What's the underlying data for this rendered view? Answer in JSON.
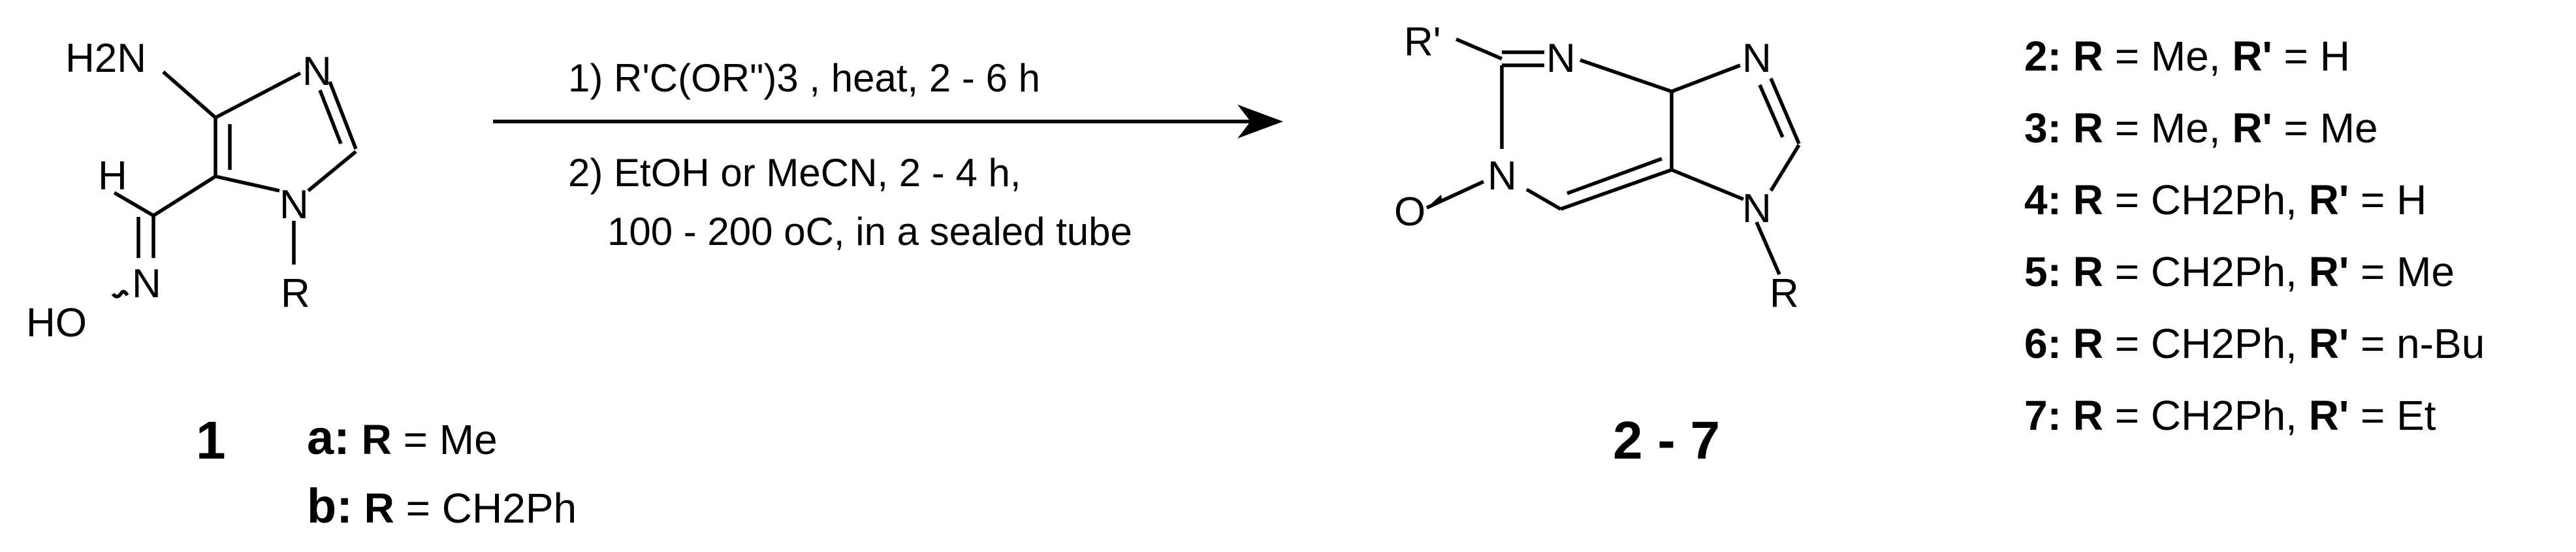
{
  "compound1": {
    "atoms": {
      "h2n": "H2N",
      "n3": "N",
      "h": "H",
      "n1": "N",
      "r": "R",
      "n_oxime": "N",
      "ho": "HO"
    },
    "number": "1",
    "variants": [
      {
        "tag": "a:",
        "r": "R",
        "rest": " = Me"
      },
      {
        "tag": "b:",
        "r": "R",
        "rest": " = CH2Ph"
      }
    ]
  },
  "conditions": {
    "step1": "1) R'C(OR\")3 , heat, 2 - 6 h",
    "step2_line1": "2) EtOH or MeCN, 2 - 4 h,",
    "step2_line2": "100 - 200 oC, in a sealed tube"
  },
  "product": {
    "atoms": {
      "rprime": "R'",
      "n_top": "N",
      "n_imid": "N",
      "n_oxide": "N",
      "o": "O",
      "n9": "N",
      "r": "R"
    },
    "range_label": "2 - 7"
  },
  "legend": [
    {
      "num": "2:",
      "r": "R",
      "r_val": " = Me, ",
      "rp": "R'",
      "rp_val": " = H"
    },
    {
      "num": "3:",
      "r": "R",
      "r_val": " = Me, ",
      "rp": "R'",
      "rp_val": " = Me"
    },
    {
      "num": "4:",
      "r": "R",
      "r_val": " = CH2Ph, ",
      "rp": "R'",
      "rp_val": " = H"
    },
    {
      "num": "5:",
      "r": "R",
      "r_val": " = CH2Ph, ",
      "rp": "R'",
      "rp_val": " = Me"
    },
    {
      "num": "6:",
      "r": "R",
      "r_val": " = CH2Ph, ",
      "rp": "R'",
      "rp_val": " = n-Bu"
    },
    {
      "num": "7:",
      "r": "R",
      "r_val": " = CH2Ph, ",
      "rp": "R'",
      "rp_val": " = Et"
    }
  ]
}
